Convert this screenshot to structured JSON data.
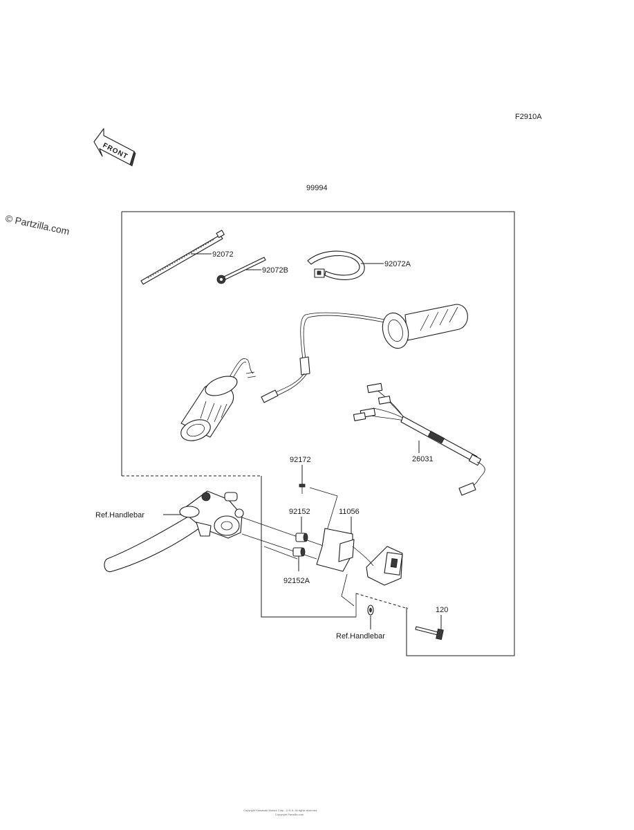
{
  "figure_code": "F2910A",
  "front_marker": "FRONT",
  "assembly_number": "99994",
  "watermark": "© Partzilla.com",
  "callouts": {
    "p92072": "92072",
    "p92072b": "92072B",
    "p92072a": "92072A",
    "p26031": "26031",
    "p92172": "92172",
    "p92152": "92152",
    "p11056": "11056",
    "p92152a": "92152A",
    "p120": "120",
    "ref_left": "Ref.Handlebar",
    "ref_bottom": "Ref.Handlebar"
  },
  "footer": {
    "line1": "Copyright Kawasaki Motors Corp., U.S.A. All rights reserved.",
    "line2": "Copyright Partzilla.com"
  }
}
